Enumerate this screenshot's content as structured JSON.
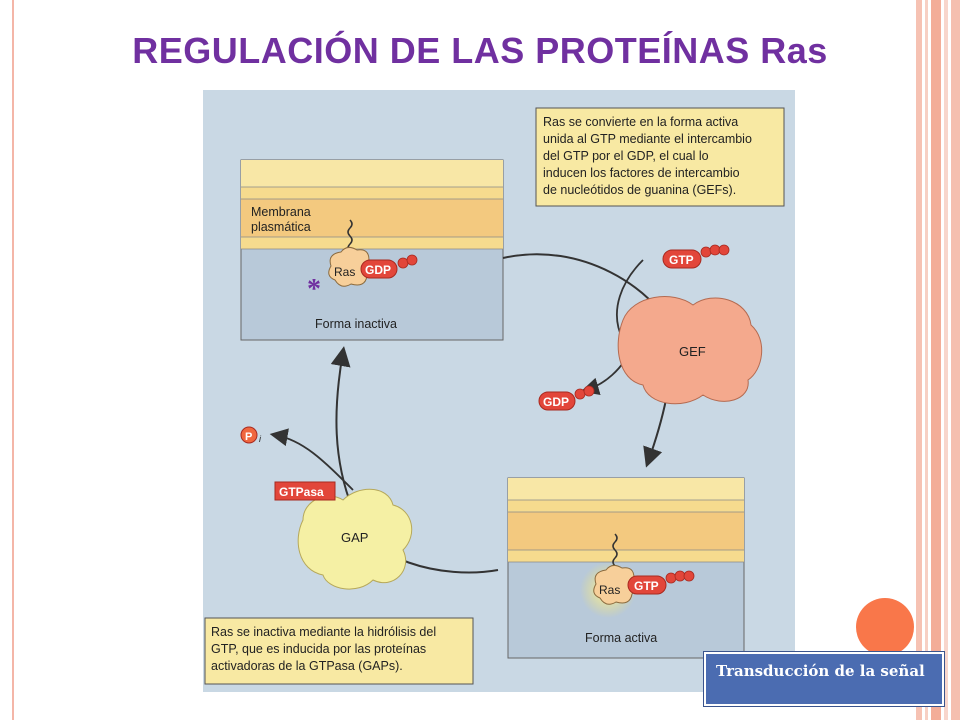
{
  "slide": {
    "title": "REGULACIÓN DE LAS PROTEÍNAS Ras",
    "footer_badge": "Transducción de la señal",
    "accent_colors": {
      "title": "#7030a0",
      "badge": "#4b6cb1",
      "dot": "#f9774a"
    }
  },
  "diagram": {
    "inactive_panel": {
      "membrane_label_1": "Membrana",
      "membrane_label_2": "plasmática",
      "state_label": "Forma inactiva",
      "ras": "Ras",
      "nucleotide": "GDP",
      "asterisk": "*"
    },
    "active_panel": {
      "state_label": "Forma activa",
      "ras": "Ras",
      "nucleotide": "GTP"
    },
    "gef": {
      "label": "GEF",
      "gtp_in": "GTP",
      "gdp_out": "GDP"
    },
    "gap": {
      "label": "GAP",
      "gtpase": "GTPasa",
      "pi": "P",
      "pi_sub": "i"
    },
    "caption_top": [
      "Ras se convierte en la forma activa",
      "unida al GTP mediante el intercambio",
      "del GTP por el GDP, el cual lo",
      "inducen los factores de intercambio",
      "de nucleótidos de guanina (GEFs)."
    ],
    "caption_bottom": [
      "Ras se inactiva mediante la hidrólisis del",
      "GTP, que es inducida por las proteínas",
      "activadoras de la GTPasa (GAPs)."
    ]
  }
}
